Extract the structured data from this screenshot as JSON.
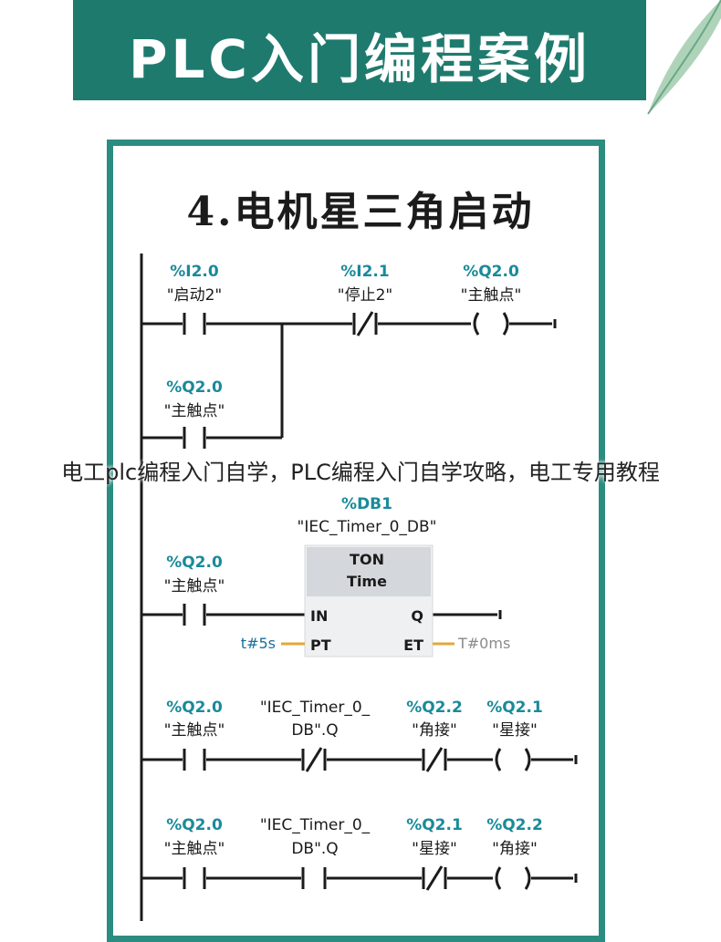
{
  "banner": {
    "title": "PLC入门编程案例"
  },
  "diagram": {
    "title": "4.电机星三角启动"
  },
  "caption": "电工plc编程入门自学，PLC编程入门自学攻略，电工专用教程",
  "rung1": {
    "c1": {
      "addr": "%I2.0",
      "tag": "\"启动2\""
    },
    "c2": {
      "addr": "%I2.1",
      "tag": "\"停止2\""
    },
    "coil": {
      "addr": "%Q2.0",
      "tag": "\"主触点\""
    },
    "branch": {
      "addr": "%Q2.0",
      "tag": "\"主触点\""
    }
  },
  "rung2": {
    "db_addr": "%DB1",
    "db_name": "\"IEC_Timer_0_DB\"",
    "contact": {
      "addr": "%Q2.0",
      "tag": "\"主触点\""
    },
    "timer_type": "TON",
    "timer_unit": "Time",
    "in": "IN",
    "q": "Q",
    "pt": "PT",
    "et": "ET",
    "pt_value": "t#5s",
    "et_value": "T#0ms"
  },
  "rung3": {
    "c1": {
      "addr": "%Q2.0",
      "tag": "\"主触点\""
    },
    "c2": {
      "line1": "\"IEC_Timer_0_",
      "line2": "DB\".Q"
    },
    "c3": {
      "addr": "%Q2.2",
      "tag": "\"角接\""
    },
    "coil": {
      "addr": "%Q2.1",
      "tag": "\"星接\""
    }
  },
  "rung4": {
    "c1": {
      "addr": "%Q2.0",
      "tag": "\"主触点\""
    },
    "c2": {
      "line1": "\"IEC_Timer_0_",
      "line2": "DB\".Q"
    },
    "c3": {
      "addr": "%Q2.1",
      "tag": "\"星接\""
    },
    "coil": {
      "addr": "%Q2.2",
      "tag": "\"角接\""
    }
  },
  "colors": {
    "banner": "#1f7a6e",
    "frame": "#2b8c80",
    "address": "#1a8a9a",
    "param_line": "#e3a83a"
  }
}
